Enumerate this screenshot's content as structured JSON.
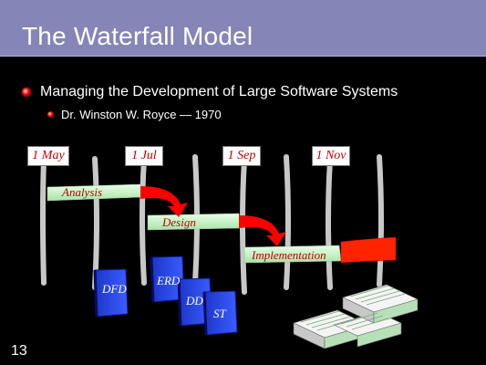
{
  "slide": {
    "title": "The Waterfall Model",
    "number": "13"
  },
  "bullets": {
    "level1": "Managing the Development of Large Software Systems",
    "level2": "Dr. Winston W. Royce — 1970"
  },
  "timeline": {
    "dates": [
      "1 May",
      "1 Jul",
      "1 Sep",
      "1 Nov"
    ]
  },
  "phases": {
    "analysis": "Analysis",
    "design": "Design",
    "implementation": "Implementation"
  },
  "documents": [
    "DFD",
    "ERD",
    "DD",
    "ST"
  ],
  "colors": {
    "title_bar": "#8585b8",
    "phase_bar": "#b8ecb8",
    "arrow": "#ff0000",
    "overrun": "#ff2000",
    "doc_blue": "#2244dd",
    "date_text": "#c00000"
  }
}
